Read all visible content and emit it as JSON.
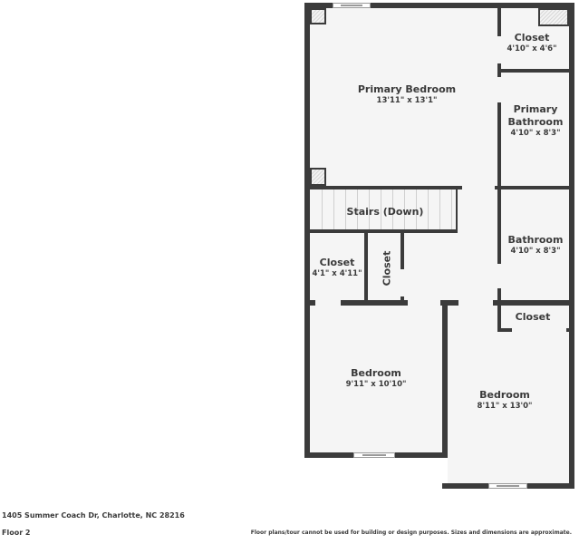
{
  "floorplan": {
    "floor_label": "Floor 2",
    "address": "1405 Summer Coach Dr, Charlotte, NC 28216",
    "disclaimer": "Floor plans/tour cannot be used for building or design purposes. Sizes and dimensions are approximate.",
    "rooms": [
      {
        "id": "primary-bedroom",
        "name": "Primary Bedroom",
        "dimensions": "13'11\" x 13'1\""
      },
      {
        "id": "closet-primary",
        "name": "Closet",
        "dimensions": "4'10\" x 4'6\""
      },
      {
        "id": "primary-bathroom",
        "name": "Primary\nBathroom",
        "name_line1": "Primary",
        "name_line2": "Bathroom",
        "dimensions": "4'10\" x 8'3\""
      },
      {
        "id": "stairs",
        "name": "Stairs (Down)"
      },
      {
        "id": "bathroom",
        "name": "Bathroom",
        "dimensions": "4'10\" x 8'3\""
      },
      {
        "id": "closet-hall-left",
        "name": "Closet",
        "dimensions": "4'1\" x 4'11\""
      },
      {
        "id": "closet-hall-narrow",
        "name": "Closet"
      },
      {
        "id": "closet-bedroom-right",
        "name": "Closet"
      },
      {
        "id": "bedroom-left",
        "name": "Bedroom",
        "dimensions": "9'11\" x 10'10\""
      },
      {
        "id": "bedroom-right",
        "name": "Bedroom",
        "dimensions": "8'11\" x 13'0\""
      }
    ],
    "colors": {
      "wall": "#3b3b3b",
      "floor": "#f5f5f5",
      "background": "#ffffff",
      "text": "#3a3a3a"
    }
  }
}
